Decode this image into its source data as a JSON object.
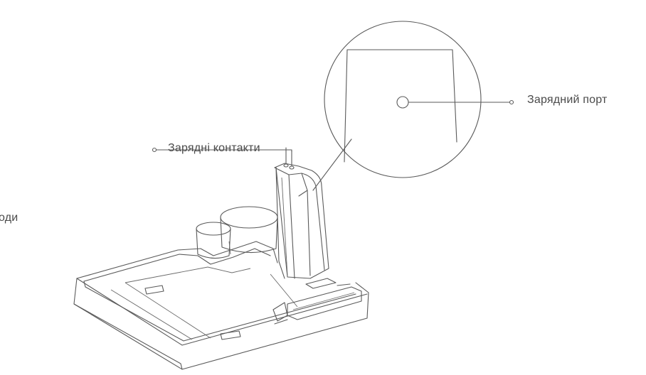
{
  "labels": {
    "charging_contacts": "Зарядні контакти",
    "charging_port": "Зарядний порт",
    "partial_left": "оди"
  },
  "colors": {
    "line": "#5a5a5a",
    "text": "#4a4a4a",
    "background": "#ffffff"
  }
}
